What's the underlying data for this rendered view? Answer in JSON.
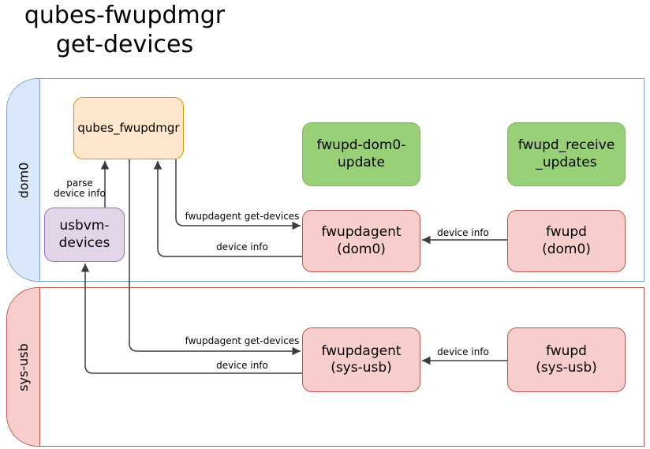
{
  "title": "qubes-fwupdmgr\nget-devices",
  "lanes": {
    "dom0": {
      "label": "dom0"
    },
    "sys_usb": {
      "label": "sys-usb"
    }
  },
  "nodes": {
    "qubes_fwupdmgr": {
      "label": "qubes_fwupdmgr"
    },
    "fwupd_dom0_update": {
      "label": "fwupd-dom0-\nupdate"
    },
    "fwupd_receive_updates": {
      "label": "fwupd_receive\n_updates"
    },
    "fwupdagent_dom0": {
      "label": "fwupdagent\n(dom0)"
    },
    "fwupd_dom0": {
      "label": "fwupd\n(dom0)"
    },
    "usbvm_devices": {
      "label": "usbvm-\ndevices"
    },
    "fwupdagent_sysusb": {
      "label": "fwupdagent\n(sys-usb)"
    },
    "fwupd_sysusb": {
      "label": "fwupd\n(sys-usb)"
    }
  },
  "edges": {
    "parse_device_info": {
      "label": "parse\ndevice info"
    },
    "get_devices_dom0": {
      "label": "fwupdagent get-devices"
    },
    "device_info_dom0_return": {
      "label": "device info"
    },
    "device_info_fwupd_dom0": {
      "label": "device info"
    },
    "get_devices_sysusb": {
      "label": "fwupdagent get-devices"
    },
    "device_info_sysusb_return": {
      "label": "device info"
    },
    "device_info_fwupd_sysusb": {
      "label": "device info"
    }
  },
  "colors": {
    "lane_dom0_fill": "#dae8fc",
    "lane_dom0_stroke": "#7d9fd3",
    "lane_sysusb_fill": "#f8cecc",
    "lane_sysusb_stroke": "#b85450",
    "node_orange_fill": "#ffe6cc",
    "node_orange_stroke": "#d79b00",
    "node_green_fill": "#97d077",
    "node_green_stroke": "#82b366",
    "node_pink_fill": "#f8cecc",
    "node_pink_stroke": "#b85450",
    "node_purple_fill": "#e1d5e7",
    "node_purple_stroke": "#9673a6",
    "edge_stroke": "#3b3b3b",
    "text_color": "#000000",
    "background": "#ffffff"
  }
}
